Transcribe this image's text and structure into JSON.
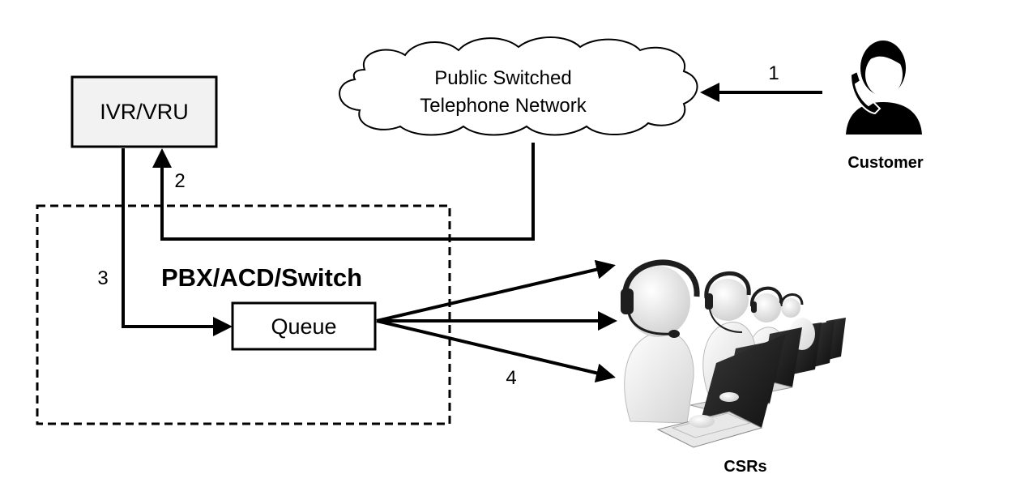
{
  "ivr": {
    "label": "IVR/VRU"
  },
  "cloud": {
    "line1": "Public Switched",
    "line2": "Telephone  Network"
  },
  "pbx": {
    "label": "PBX/ACD/Switch"
  },
  "queue": {
    "label": "Queue"
  },
  "customer": {
    "label": "Customer"
  },
  "csrs": {
    "label": "CSRs"
  },
  "steps": [
    "1",
    "2",
    "3",
    "4"
  ],
  "colors": {
    "box_fill": "#f2f2f2",
    "line": "#000000",
    "figure_body": "#f4f4f4",
    "headset": "#1e1e1e"
  }
}
